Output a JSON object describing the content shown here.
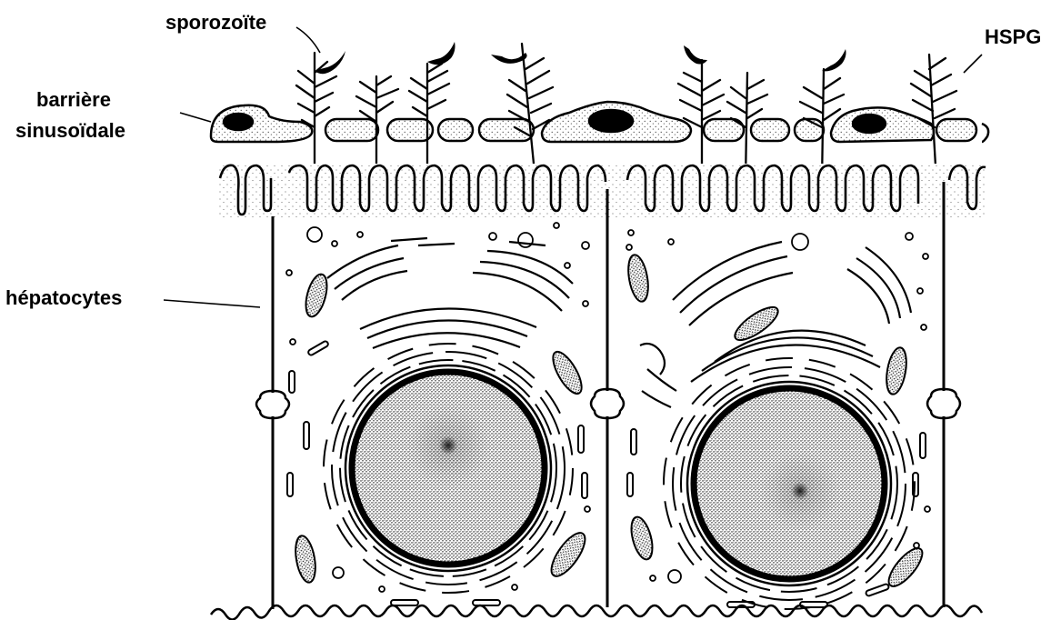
{
  "labels": {
    "sporozoite": "sporozoïte",
    "hspg": "HSPG",
    "barrier_line1": "barrière",
    "barrier_line2": "sinusoïdale",
    "hepatocytes": "hépatocytes"
  },
  "colors": {
    "ink": "#000000",
    "background": "#ffffff"
  }
}
